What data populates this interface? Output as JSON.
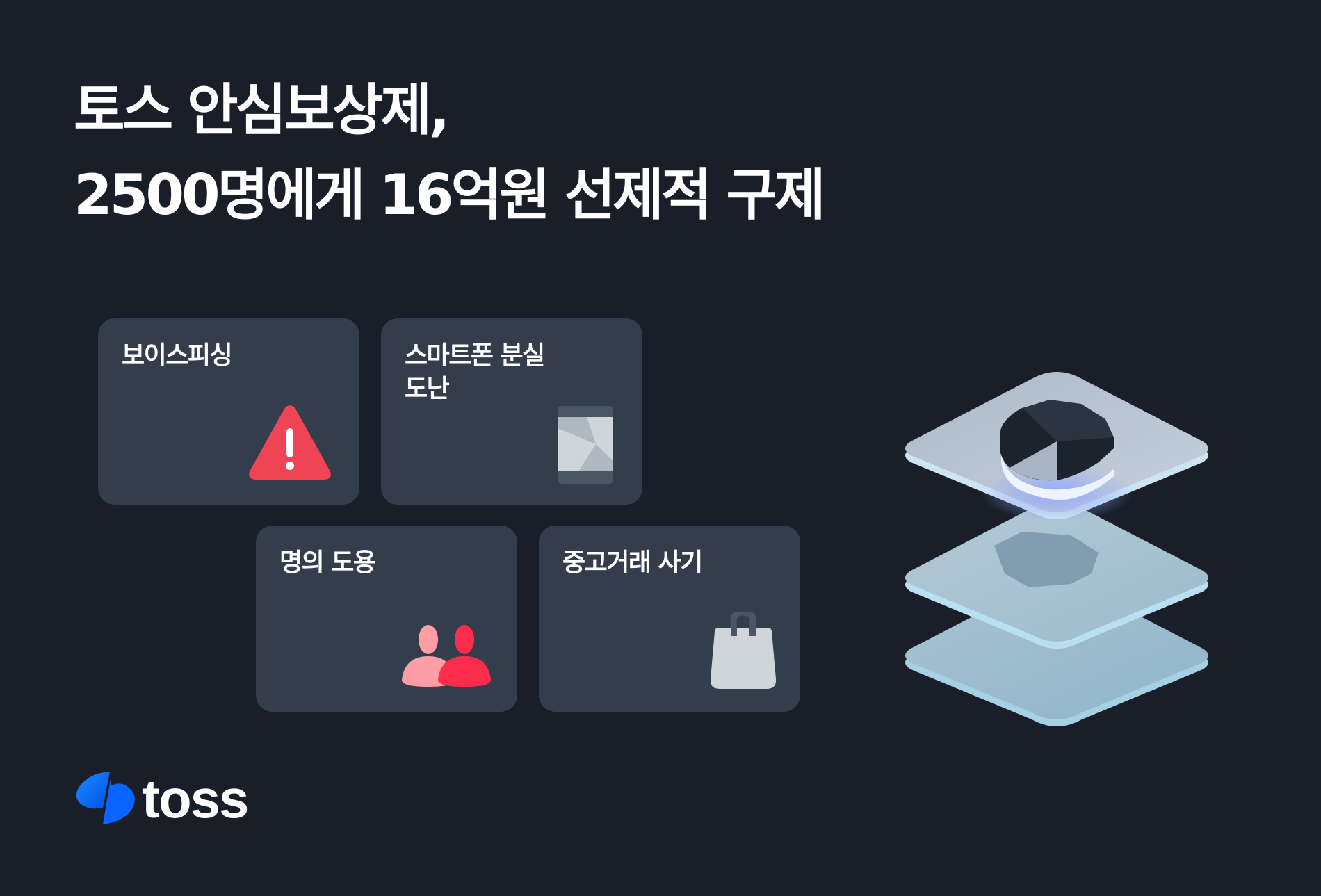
{
  "headline": {
    "line1": "토스 안심보상제,",
    "line2": "2500명에게 16억원 선제적 구제"
  },
  "cards": [
    {
      "label": "보이스피싱",
      "icon": "warning-triangle-icon",
      "color": "#ee4454"
    },
    {
      "label": "스마트폰 분실\n도난",
      "icon": "smartphone-icon",
      "color": "#b0b8c1"
    },
    {
      "label": "명의 도용",
      "icon": "two-people-icon",
      "color": "#ff2d4b"
    },
    {
      "label": "중고거래 사기",
      "icon": "shopping-bag-icon",
      "color": "#d0d5da"
    }
  ],
  "illustration": {
    "name": "stacked-layers-shield-illustration"
  },
  "brand": {
    "name": "toss",
    "accent": "#0064ff"
  },
  "colors": {
    "background": "#191e28",
    "card": "#343d4c"
  }
}
